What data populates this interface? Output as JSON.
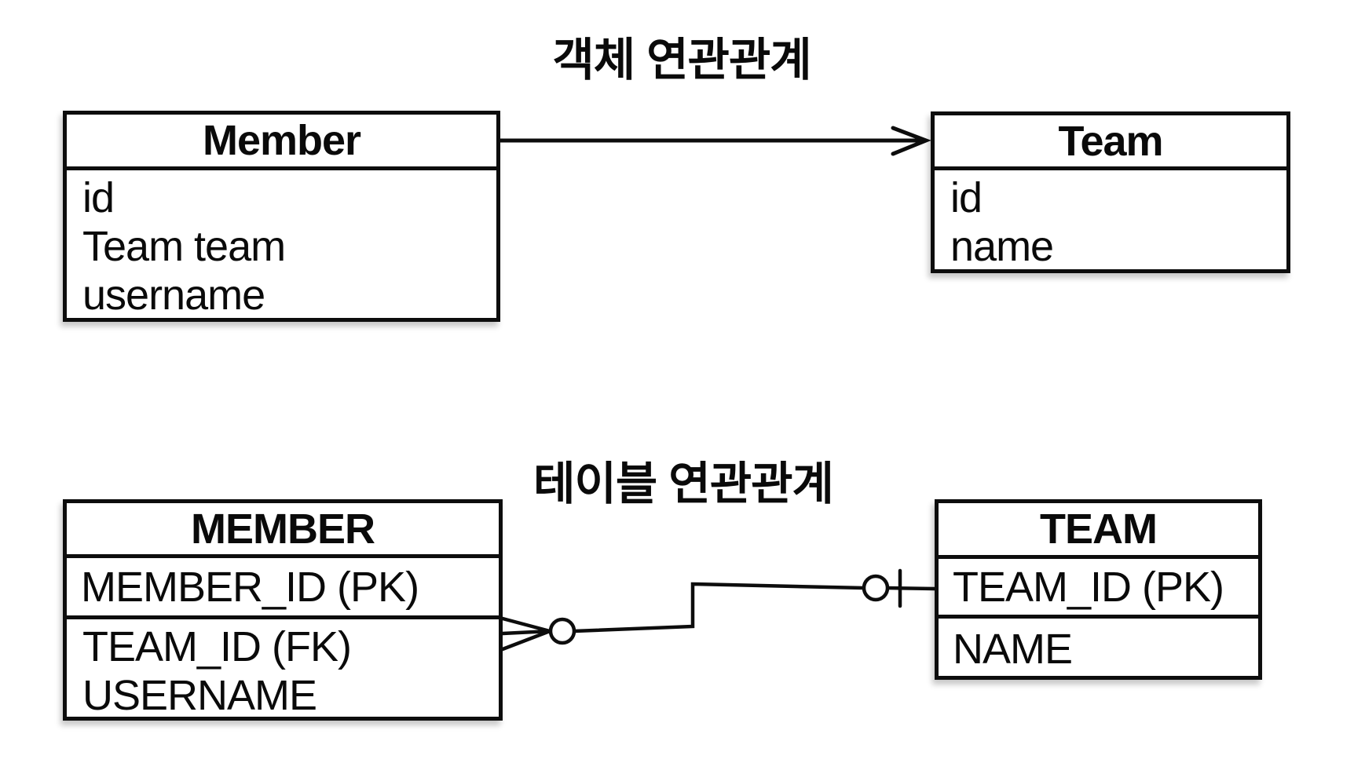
{
  "page": {
    "background": "#ffffff",
    "line_color": "#0d0d0d"
  },
  "object_diagram": {
    "title": "객체 연관관계",
    "member_class": {
      "name": "Member",
      "fields": [
        "id",
        "Team team",
        "username"
      ]
    },
    "team_class": {
      "name": "Team",
      "fields": [
        "id",
        "name"
      ]
    },
    "relation": {
      "from": "Member",
      "to": "Team",
      "notation": "unidirectional-arrow"
    }
  },
  "table_diagram": {
    "title": "테이블 연관관계",
    "member_table": {
      "name": "MEMBER",
      "pk_row": "MEMBER_ID (PK)",
      "rows": [
        "TEAM_ID (FK)",
        "USERNAME"
      ]
    },
    "team_table": {
      "name": "TEAM",
      "pk_row": "TEAM_ID (PK)",
      "rows": [
        "NAME"
      ]
    },
    "relation": {
      "member_end_notation": "zero-or-many-crow-foot",
      "team_end_notation": "zero-or-one"
    }
  }
}
